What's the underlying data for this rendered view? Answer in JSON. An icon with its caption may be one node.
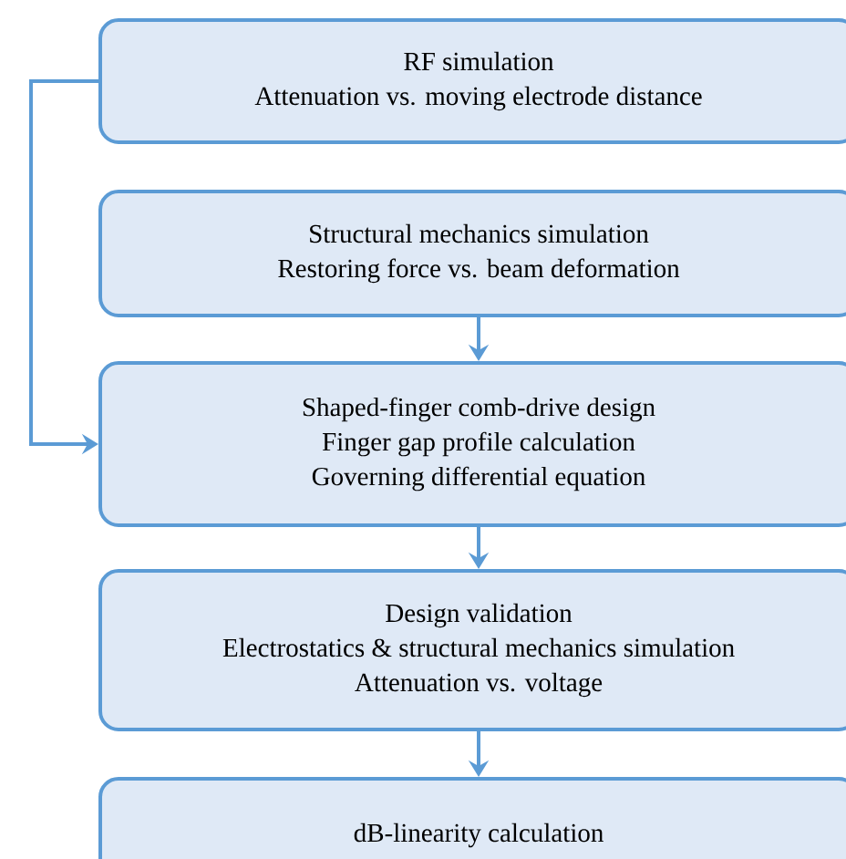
{
  "diagram": {
    "nodes": [
      {
        "text": [
          "RF simulation",
          "Attenuation vs. moving electrode distance"
        ]
      },
      {
        "text": [
          "Structural mechanics simulation",
          "Restoring force vs. beam deformation"
        ]
      },
      {
        "text": [
          "Shaped-finger comb-drive design",
          "Finger gap profile calculation",
          "Governing differential equation"
        ]
      },
      {
        "text": [
          "Design validation",
          "Electrostatics & structural mechanics simulation",
          "Attenuation vs. voltage"
        ]
      },
      {
        "text": [
          "dB-linearity calculation"
        ]
      }
    ],
    "edges": [
      {
        "from": 0,
        "to": 2,
        "arrow": "to"
      },
      {
        "from": 1,
        "to": 2,
        "arrow": "to"
      },
      {
        "from": 2,
        "to": 3,
        "arrow": "to"
      },
      {
        "from": 3,
        "to": 4,
        "arrow": "to"
      }
    ]
  }
}
